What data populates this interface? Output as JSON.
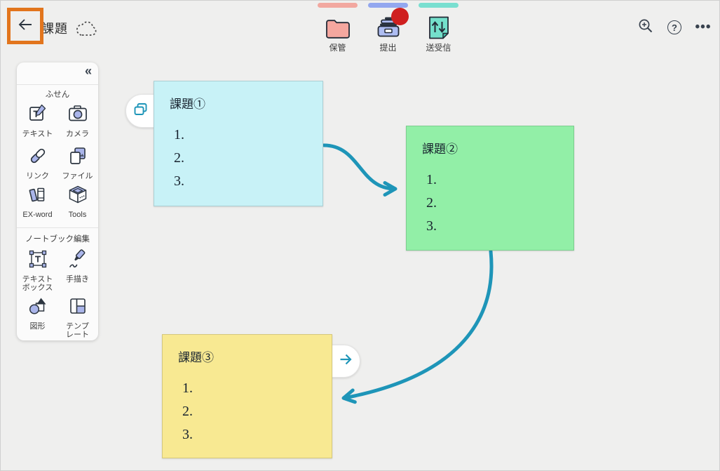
{
  "colors": {
    "accent_teal": "#1e95b8",
    "highlight_orange": "#e2751d",
    "note_cyan": "#c8f2f7",
    "note_green": "#92efa7",
    "note_yellow": "#f8e992",
    "strip_storage": "#f2a8a0",
    "strip_submit": "#93a7ef",
    "strip_send": "#79dfd0",
    "badge_red": "#cf1f1f",
    "icon_dark": "#2c3540",
    "icon_accent": "#aab5ea"
  },
  "header": {
    "title": "課題",
    "toolbar": [
      {
        "label": "保管"
      },
      {
        "label": "提出"
      },
      {
        "label": "送受信"
      }
    ]
  },
  "sidebar": {
    "collapse_glyph": "«",
    "sections": [
      {
        "label": "ふせん",
        "items": [
          {
            "label": "テキスト"
          },
          {
            "label": "カメラ"
          },
          {
            "label": "リンク"
          },
          {
            "label": "ファイル"
          },
          {
            "label": "EX-word"
          },
          {
            "label": "Tools"
          }
        ]
      },
      {
        "label": "ノートブック編集",
        "items": [
          {
            "label": "テキスト\nボックス"
          },
          {
            "label": "手描き"
          },
          {
            "label": "図形"
          },
          {
            "label": "テンプ\nレート"
          }
        ]
      }
    ]
  },
  "canvas": {
    "notes": [
      {
        "title": "課題①",
        "lines": [
          "1.",
          "2.",
          "3."
        ],
        "color": "#c8f2f7"
      },
      {
        "title": "課題②",
        "lines": [
          "1.",
          "2.",
          "3."
        ],
        "color": "#92efa7"
      },
      {
        "title": "課題③",
        "lines": [
          "1.",
          "2.",
          "3."
        ],
        "color": "#f8e992"
      }
    ],
    "connections": [
      {
        "from": "課題①",
        "to": "課題②"
      },
      {
        "from": "課題②",
        "to": "課題③"
      }
    ]
  }
}
